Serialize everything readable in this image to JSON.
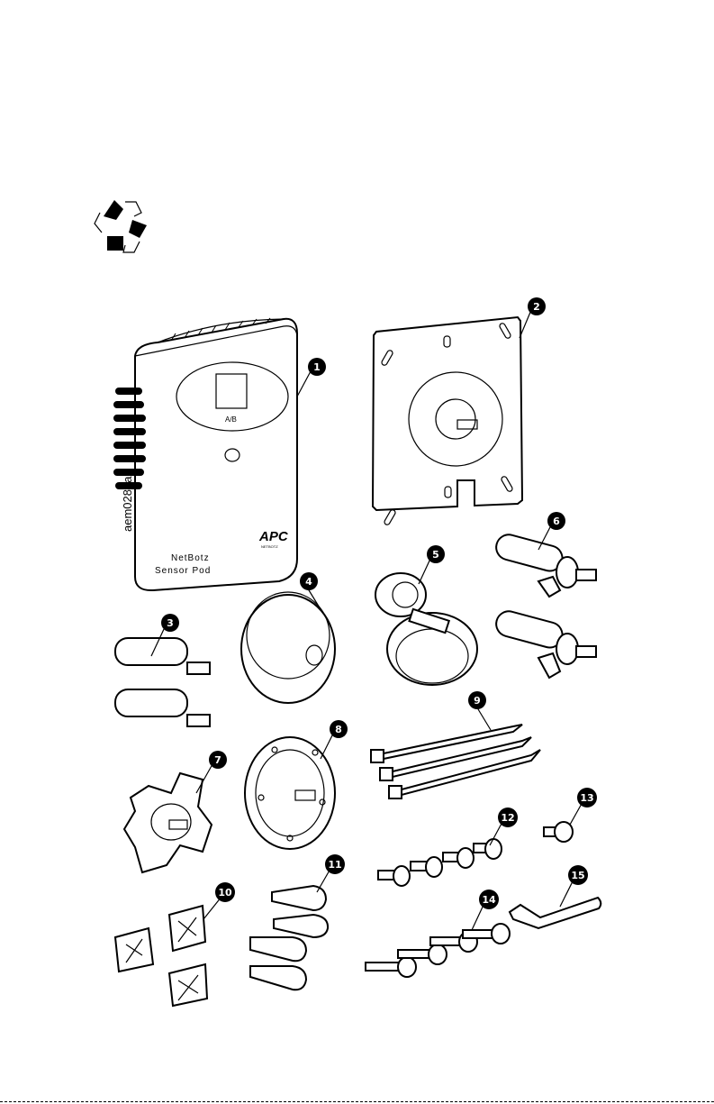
{
  "document": {
    "figure_code": "aem0282a",
    "product_label_line1": "NetBotz",
    "product_label_line2": "Sensor Pod",
    "brand_logo_text": "APC",
    "brand_logo_subtext": "NETBOTZ",
    "device_status_text": "A/B"
  },
  "callouts": [
    "1",
    "2",
    "3",
    "4",
    "5",
    "6",
    "7",
    "8",
    "9",
    "10",
    "11",
    "12",
    "13",
    "14",
    "15"
  ]
}
